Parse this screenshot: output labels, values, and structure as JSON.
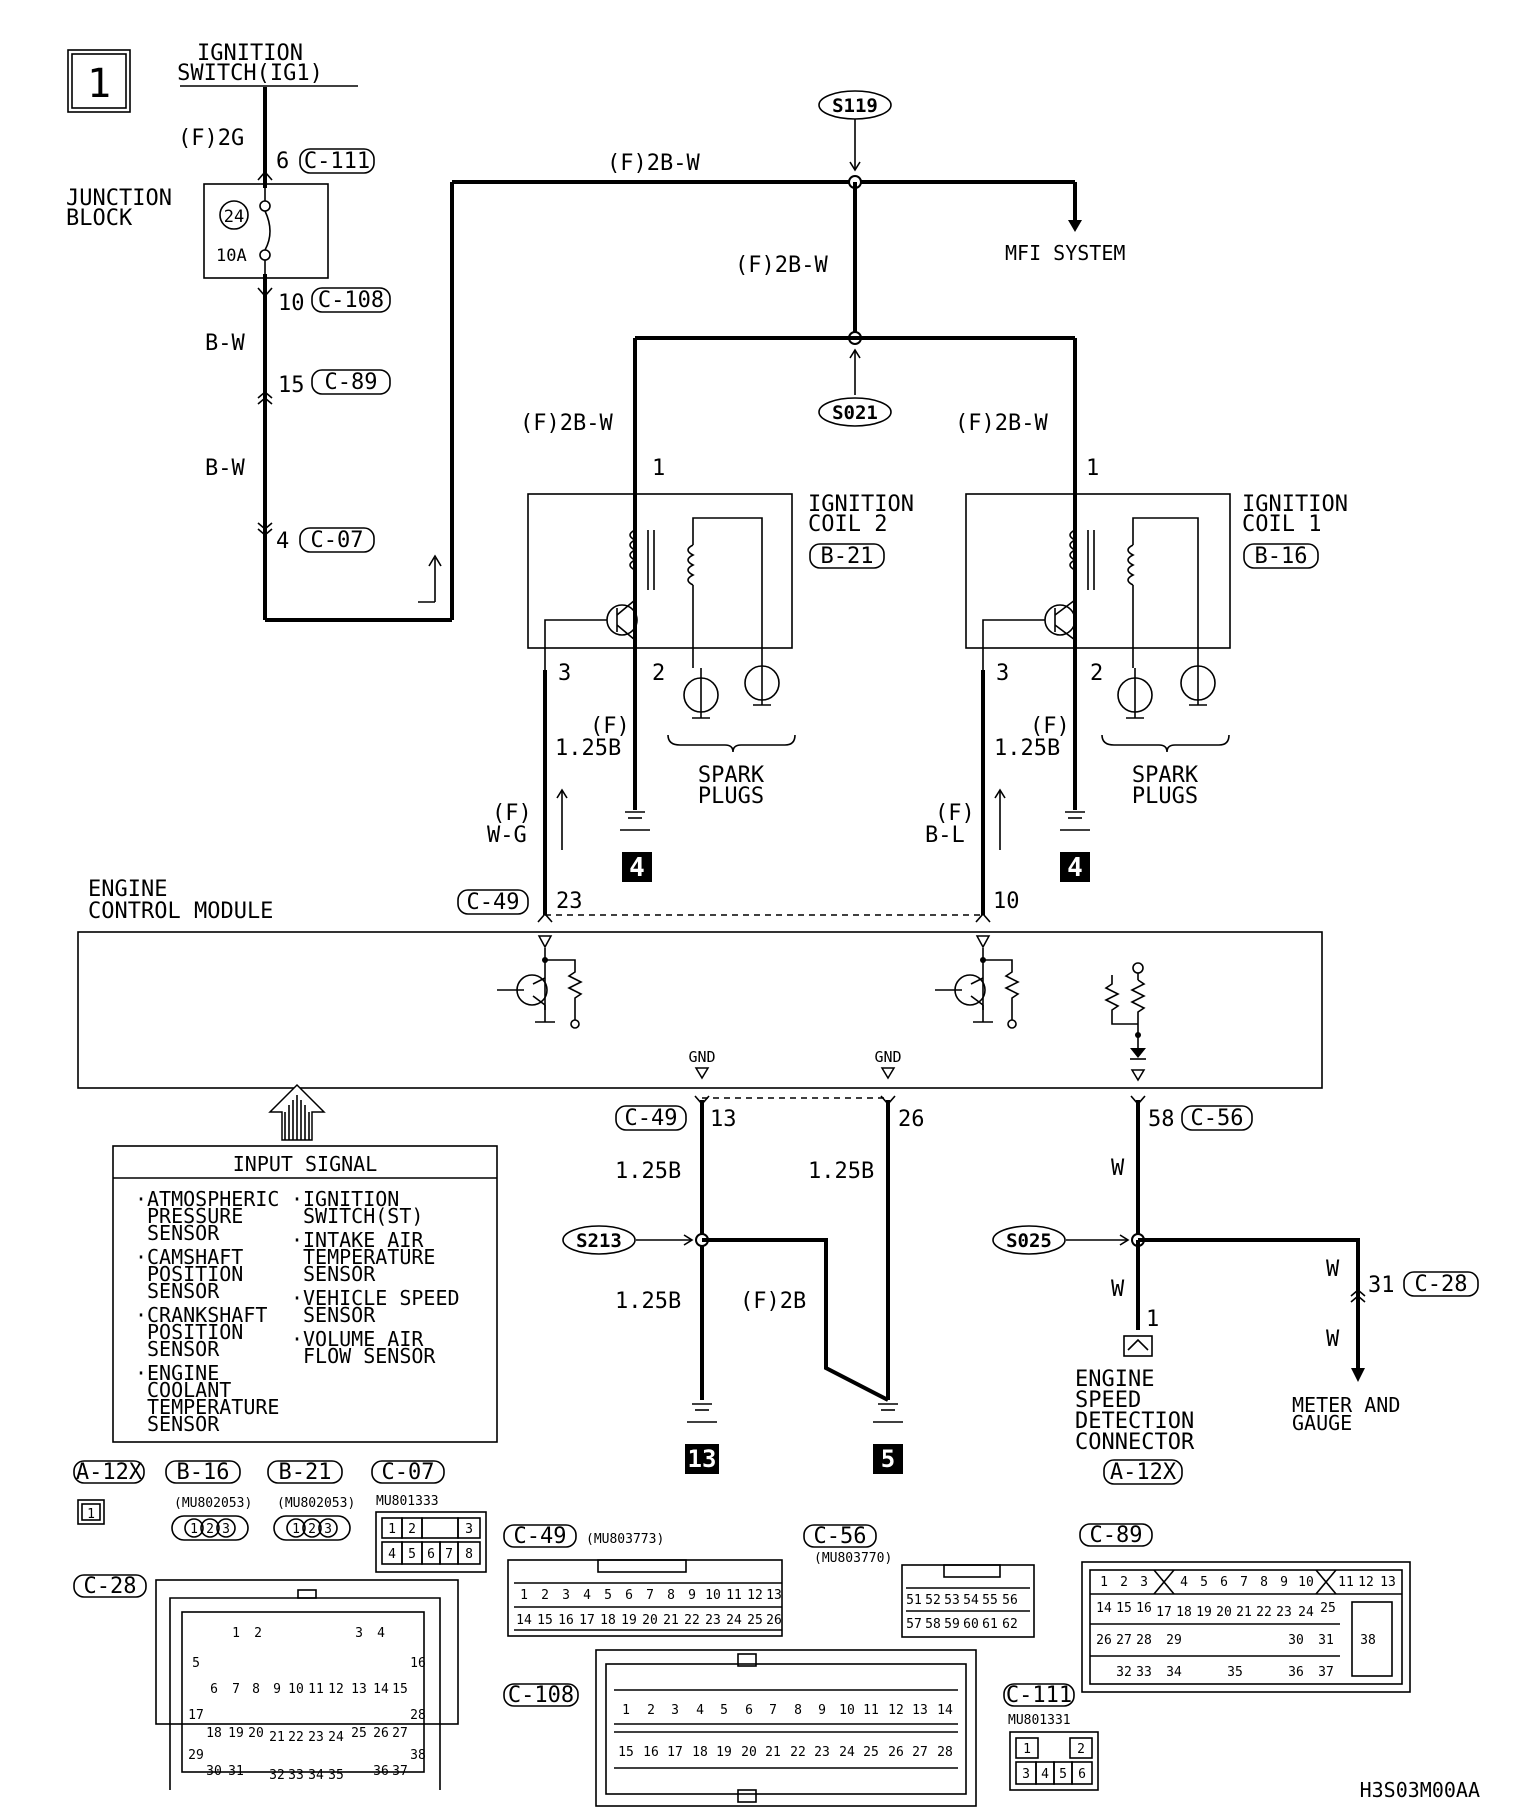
{
  "page": {
    "number": "1",
    "code": "H3S03M00AA"
  },
  "ignition_switch": {
    "line1": "IGNITION",
    "line2": "SWITCH(IG1)"
  },
  "junction_block": {
    "line1": "JUNCTION",
    "line2": "BLOCK",
    "fuse_no": "24",
    "fuse_rating": "10A"
  },
  "wires": {
    "f_2g": "(F)2G",
    "f_2bw": "(F)2B-W",
    "bw": "B-W",
    "f_125b": "(F)",
    "b_125": "1.25B",
    "f_wg_1": "(F)",
    "wg": "W-G",
    "f_bl_1": "(F)",
    "bl": "B-L",
    "f_2b": "(F)2B",
    "w": "W"
  },
  "pins": {
    "p6": "6",
    "p10": "10",
    "p15": "15",
    "p4": "4",
    "p1": "1",
    "p2": "2",
    "p3": "3",
    "p23": "23",
    "p10b": "10",
    "p13": "13",
    "p26": "26",
    "p58": "58",
    "p31": "31"
  },
  "connectors": {
    "c111": "C-111",
    "c108": "C-108",
    "c89": "C-89",
    "c07": "C-07",
    "b21": "B-21",
    "b16": "B-16",
    "c49": "C-49",
    "c56": "C-56",
    "c28": "C-28",
    "a12x": "A-12X"
  },
  "splices": {
    "s119": "S119",
    "s021": "S021",
    "s213": "S213",
    "s025": "S025"
  },
  "mfi_system": "MFI SYSTEM",
  "coil2": {
    "line1": "IGNITION",
    "line2": "COIL 2"
  },
  "coil1": {
    "line1": "IGNITION",
    "line2": "COIL 1"
  },
  "spark_plugs": {
    "line1": "SPARK",
    "line2": "PLUGS"
  },
  "grounds": {
    "g4": "4",
    "g13": "13",
    "g5": "5"
  },
  "ecm": {
    "line1": "ENGINE",
    "line2": "CONTROL MODULE",
    "gnd": "GND"
  },
  "input_signal": {
    "title": "INPUT SIGNAL",
    "left": [
      [
        "ATMOSPHERIC",
        "PRESSURE",
        "SENSOR"
      ],
      [
        "CAMSHAFT",
        "POSITION",
        "SENSOR"
      ],
      [
        "CRANKSHAFT",
        "POSITION",
        "SENSOR"
      ],
      [
        "ENGINE",
        "COOLANT",
        "TEMPERATURE",
        "SENSOR"
      ]
    ],
    "right": [
      [
        "IGNITION",
        "SWITCH(ST)"
      ],
      [
        "INTAKE AIR",
        "TEMPERATURE",
        "SENSOR"
      ],
      [
        "VEHICLE SPEED",
        "SENSOR"
      ],
      [
        "VOLUME AIR",
        "FLOW SENSOR"
      ]
    ]
  },
  "engine_speed": {
    "line1": "ENGINE",
    "line2": "SPEED",
    "line3": "DETECTION",
    "line4": "CONNECTOR"
  },
  "meter": {
    "line1": "METER AND",
    "line2": "GAUGE"
  },
  "parts": {
    "mu802053": "(MU802053)",
    "mu801333": "MU801333",
    "mu803773": "(MU803773)",
    "mu803770": "(MU803770)",
    "mu801331": "MU801331"
  }
}
